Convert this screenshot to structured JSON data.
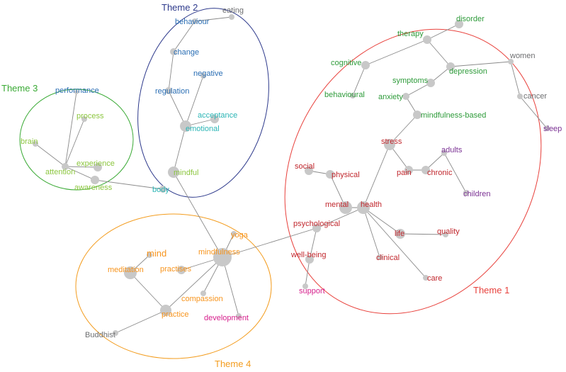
{
  "themes": [
    {
      "id": "t1",
      "label": "Theme 1",
      "color": "#e8413c"
    },
    {
      "id": "t2",
      "label": "Theme 2",
      "color": "#2e3a8c"
    },
    {
      "id": "t3",
      "label": "Theme 3",
      "color": "#3aaa35"
    },
    {
      "id": "t4",
      "label": "Theme 4",
      "color": "#f39c1e"
    }
  ],
  "term_colors": {
    "grey": "#6d6e70",
    "blue": "#2a6eb4",
    "lightgreen": "#8cc63f",
    "teal": "#2bb5b5",
    "green": "#2e9b3a",
    "red": "#c1272d",
    "purple": "#7b3294",
    "orange": "#f7941d",
    "magenta": "#d61f8c"
  },
  "terms": [
    {
      "id": "eating",
      "label": "eating",
      "color": "grey",
      "size": 4
    },
    {
      "id": "behaviour",
      "label": "behaviour",
      "color": "blue",
      "size": 4
    },
    {
      "id": "change",
      "label": "change",
      "color": "blue",
      "size": 5
    },
    {
      "id": "negative",
      "label": "negative",
      "color": "blue",
      "size": 4
    },
    {
      "id": "regulation",
      "label": "regulation",
      "color": "blue",
      "size": 5
    },
    {
      "id": "acceptance",
      "label": "acceptance",
      "color": "teal",
      "size": 6
    },
    {
      "id": "emotional",
      "label": "emotional",
      "color": "teal",
      "size": 8
    },
    {
      "id": "mindful",
      "label": "mindful",
      "color": "lightgreen",
      "size": 8
    },
    {
      "id": "body",
      "label": "body",
      "color": "teal",
      "size": 5
    },
    {
      "id": "performance",
      "label": "performance",
      "color": "blue",
      "size": 3
    },
    {
      "id": "process",
      "label": "process",
      "color": "lightgreen",
      "size": 4
    },
    {
      "id": "brain",
      "label": "brain",
      "color": "lightgreen",
      "size": 4
    },
    {
      "id": "experience",
      "label": "experience",
      "color": "lightgreen",
      "size": 6
    },
    {
      "id": "attention",
      "label": "attention",
      "color": "lightgreen",
      "size": 5
    },
    {
      "id": "awareness",
      "label": "awareness",
      "color": "lightgreen",
      "size": 6
    },
    {
      "id": "disorder",
      "label": "disorder",
      "color": "green",
      "size": 6
    },
    {
      "id": "therapy",
      "label": "therapy",
      "color": "green",
      "size": 6
    },
    {
      "id": "cognitive",
      "label": "cognitive",
      "color": "green",
      "size": 6
    },
    {
      "id": "women",
      "label": "women",
      "color": "grey",
      "size": 4
    },
    {
      "id": "depression",
      "label": "depression",
      "color": "green",
      "size": 6
    },
    {
      "id": "symptoms",
      "label": "symptoms",
      "color": "green",
      "size": 6
    },
    {
      "id": "behavioural",
      "label": "behavioural",
      "color": "green",
      "size": 4
    },
    {
      "id": "anxiety",
      "label": "anxiety",
      "color": "green",
      "size": 5
    },
    {
      "id": "cancer",
      "label": "cancer",
      "color": "grey",
      "size": 4
    },
    {
      "id": "mindfulness_based",
      "label": "mindfulness-based",
      "color": "green",
      "size": 6
    },
    {
      "id": "sleep",
      "label": "sleep",
      "color": "purple",
      "size": 4
    },
    {
      "id": "stress",
      "label": "stress",
      "color": "red",
      "size": 8
    },
    {
      "id": "adults",
      "label": "adults",
      "color": "purple",
      "size": 4
    },
    {
      "id": "social",
      "label": "social",
      "color": "red",
      "size": 6
    },
    {
      "id": "physical",
      "label": "physical",
      "color": "red",
      "size": 6
    },
    {
      "id": "pain",
      "label": "pain",
      "color": "red",
      "size": 6
    },
    {
      "id": "chronic",
      "label": "chronic",
      "color": "red",
      "size": 6
    },
    {
      "id": "children",
      "label": "children",
      "color": "purple",
      "size": 4
    },
    {
      "id": "mental",
      "label": "mental",
      "color": "red",
      "size": 9
    },
    {
      "id": "health",
      "label": "health",
      "color": "red",
      "size": 9
    },
    {
      "id": "psychological",
      "label": "psychological",
      "color": "red",
      "size": 6
    },
    {
      "id": "life",
      "label": "life",
      "color": "red",
      "size": 7
    },
    {
      "id": "quality",
      "label": "quality",
      "color": "red",
      "size": 4
    },
    {
      "id": "yoga",
      "label": "yoga",
      "color": "orange",
      "size": 4
    },
    {
      "id": "mind",
      "label": "mind",
      "color": "orange",
      "size": 4
    },
    {
      "id": "mindfulness",
      "label": "mindfulness",
      "color": "orange",
      "size": 13
    },
    {
      "id": "meditation",
      "label": "meditation",
      "color": "orange",
      "size": 9
    },
    {
      "id": "practises",
      "label": "practises",
      "color": "orange",
      "size": 6
    },
    {
      "id": "wellbeing",
      "label": "well-being",
      "color": "red",
      "size": 6
    },
    {
      "id": "clinical",
      "label": "clinical",
      "color": "red",
      "size": 4
    },
    {
      "id": "care",
      "label": "care",
      "color": "red",
      "size": 4
    },
    {
      "id": "compassion",
      "label": "compassion",
      "color": "orange",
      "size": 4
    },
    {
      "id": "practice",
      "label": "practice",
      "color": "orange",
      "size": 8
    },
    {
      "id": "development",
      "label": "development",
      "color": "magenta",
      "size": 4
    },
    {
      "id": "support",
      "label": "support",
      "color": "magenta",
      "size": 4
    },
    {
      "id": "buddhist",
      "label": "Buddhist",
      "color": "grey",
      "size": 4
    }
  ],
  "edges": [
    [
      "eating",
      "behaviour"
    ],
    [
      "behaviour",
      "change"
    ],
    [
      "change",
      "regulation"
    ],
    [
      "regulation",
      "emotional"
    ],
    [
      "negative",
      "emotional"
    ],
    [
      "acceptance",
      "emotional"
    ],
    [
      "emotional",
      "mindful"
    ],
    [
      "mindful",
      "mindfulness"
    ],
    [
      "body",
      "awareness"
    ],
    [
      "attention",
      "performance"
    ],
    [
      "attention",
      "process"
    ],
    [
      "attention",
      "brain"
    ],
    [
      "attention",
      "experience"
    ],
    [
      "attention",
      "awareness"
    ],
    [
      "disorder",
      "therapy"
    ],
    [
      "therapy",
      "cognitive"
    ],
    [
      "therapy",
      "depression"
    ],
    [
      "cognitive",
      "behavioural"
    ],
    [
      "depression",
      "women"
    ],
    [
      "depression",
      "symptoms"
    ],
    [
      "symptoms",
      "anxiety"
    ],
    [
      "women",
      "cancer"
    ],
    [
      "cancer",
      "sleep"
    ],
    [
      "anxiety",
      "mindfulness_based"
    ],
    [
      "mindfulness_based",
      "stress"
    ],
    [
      "stress",
      "pain"
    ],
    [
      "pain",
      "chronic"
    ],
    [
      "chronic",
      "adults"
    ],
    [
      "adults",
      "children"
    ],
    [
      "stress",
      "health"
    ],
    [
      "social",
      "physical"
    ],
    [
      "physical",
      "mental"
    ],
    [
      "mental",
      "health"
    ],
    [
      "health",
      "psychological"
    ],
    [
      "health",
      "life"
    ],
    [
      "health",
      "clinical"
    ],
    [
      "health",
      "care"
    ],
    [
      "life",
      "quality"
    ],
    [
      "psychological",
      "mindfulness"
    ],
    [
      "psychological",
      "wellbeing"
    ],
    [
      "wellbeing",
      "support"
    ],
    [
      "mindfulness",
      "yoga"
    ],
    [
      "mindfulness",
      "practises"
    ],
    [
      "mindfulness",
      "practice"
    ],
    [
      "mindfulness",
      "compassion"
    ],
    [
      "mindfulness",
      "development"
    ],
    [
      "meditation",
      "mind"
    ],
    [
      "meditation",
      "practice"
    ],
    [
      "practice",
      "buddhist"
    ]
  ]
}
